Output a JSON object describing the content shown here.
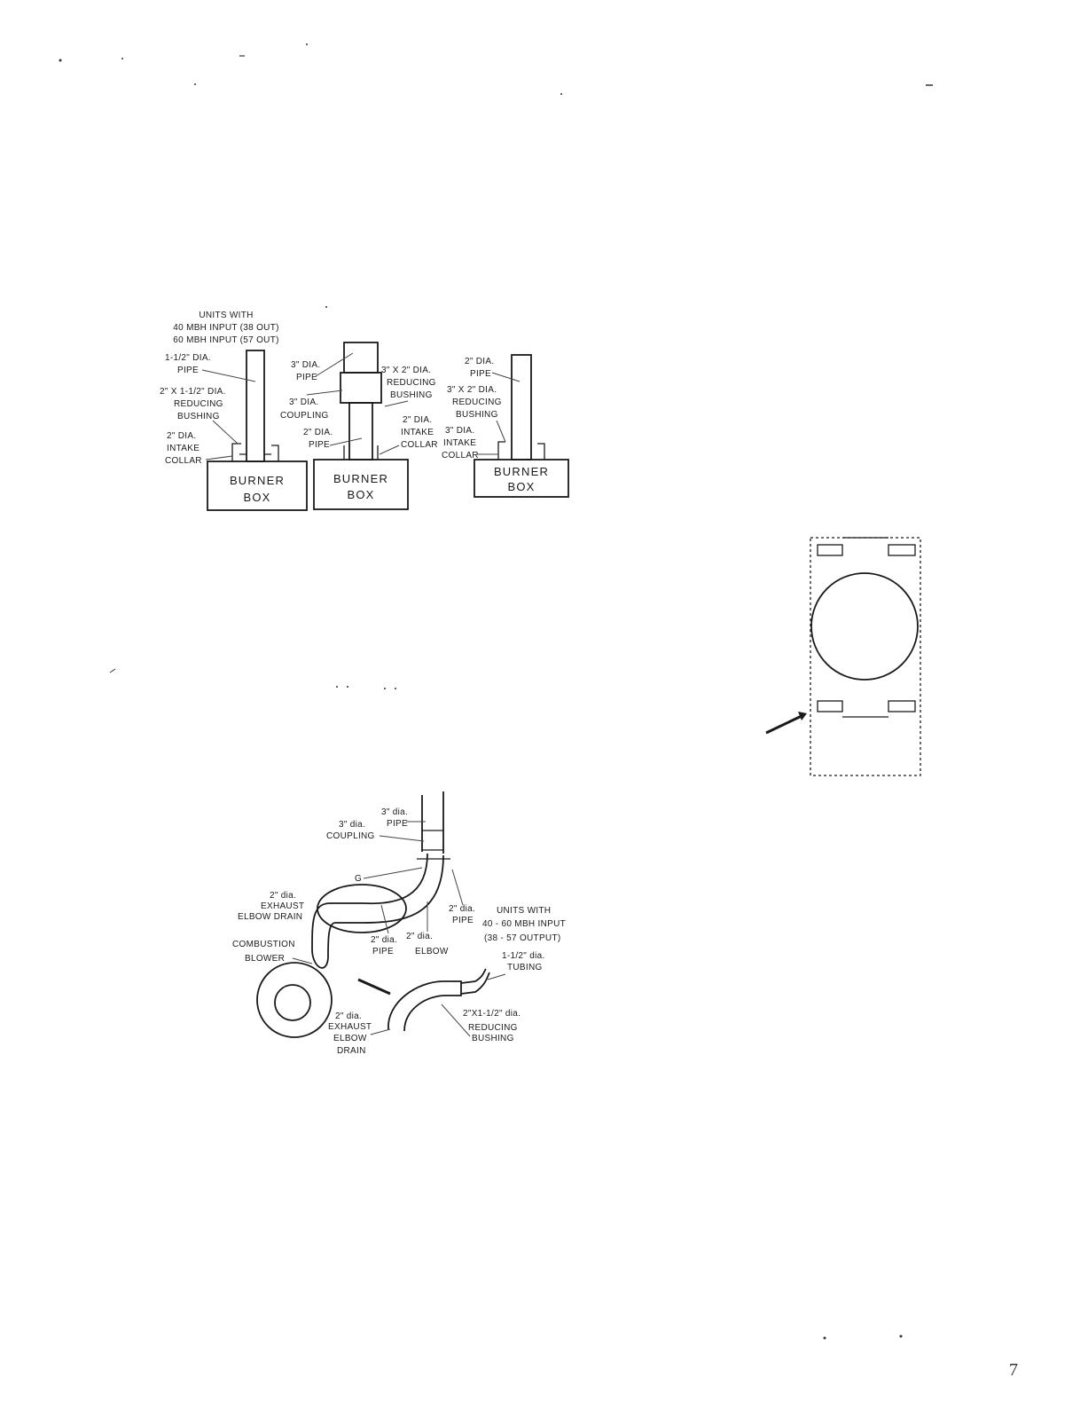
{
  "figure1": {
    "heading": [
      "UNITS WITH",
      "40 MBH INPUT (38 OUT)",
      "60 MBH INPUT (57 OUT)"
    ],
    "panel_a": {
      "pipe": [
        "1-1/2\" DIA.",
        "PIPE"
      ],
      "bushing": [
        "2\" X 1-1/2\" DIA.",
        "REDUCING",
        "BUSHING"
      ],
      "collar": [
        "2\" DIA.",
        "INTAKE",
        "COLLAR"
      ],
      "box": [
        "BURNER",
        "BOX"
      ]
    },
    "panel_b": {
      "pipe3": [
        "3\" DIA.",
        "PIPE"
      ],
      "reducer": [
        "3\" X 2\" DIA.",
        "REDUCING",
        "BUSHING"
      ],
      "coupling": [
        "3\" DIA.",
        "COUPLING"
      ],
      "pipe2": [
        "2\" DIA.",
        "PIPE"
      ],
      "collar": [
        "2\" DIA.",
        "INTAKE",
        "COLLAR"
      ],
      "box": [
        "BURNER",
        "BOX"
      ]
    },
    "panel_c": {
      "pipe": [
        "2\" DIA.",
        "PIPE"
      ],
      "bushing": [
        "3\" X 2\" DIA.",
        "REDUCING",
        "BUSHING"
      ],
      "collar": [
        "3\" DIA.",
        "INTAKE",
        "COLLAR"
      ],
      "box": [
        "BURNER",
        "BOX"
      ]
    }
  },
  "figure2": {
    "pipe3": [
      "3\" dia.",
      "PIPE"
    ],
    "coupling": [
      "3\" dia.",
      "COUPLING"
    ],
    "g_mark": "G",
    "exhaust_drain_top": [
      "2\" dia.",
      "EXHAUST",
      "ELBOW DRAIN"
    ],
    "pipe2_right": [
      "2\" dia.",
      "PIPE"
    ],
    "units_note": [
      "UNITS WITH",
      "40 - 60 MBH INPUT",
      "(38 - 57 OUTPUT)"
    ],
    "combustion_blower": [
      "COMBUSTION",
      "BLOWER"
    ],
    "pipe2_mid": [
      "2\" dia.",
      "PIPE"
    ],
    "elbow2": [
      "2\" dia.",
      "ELBOW"
    ],
    "tubing": [
      "1-1/2\" dia.",
      "TUBING"
    ],
    "exhaust_drain_bottom": [
      "2\" dia.",
      "EXHAUST",
      "ELBOW",
      "DRAIN"
    ],
    "reducer_bottom": [
      "2\"X1-1/2\" dia.",
      "REDUCING",
      "BUSHING"
    ]
  },
  "page_number": "7"
}
